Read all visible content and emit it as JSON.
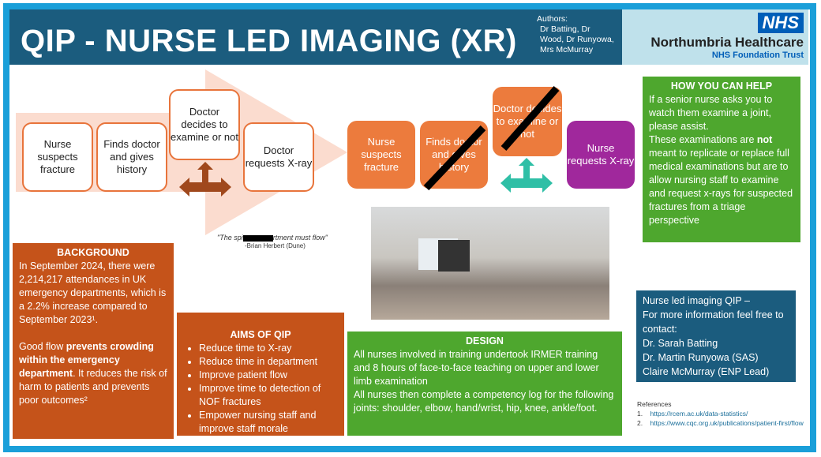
{
  "header": {
    "title": "QIP - NURSE LED IMAGING (XR)",
    "authors_label": "Authors:",
    "authors": "Dr Batting, Dr Wood, Dr Runyowa, Mrs McMurray",
    "logo_text": "NHS",
    "org": "Northumbria Healthcare",
    "trust": "NHS Foundation Trust"
  },
  "current_flow": [
    "Nurse suspects fracture",
    "Finds doctor and gives history",
    "Doctor decides to examine or not",
    "Doctor requests X-ray"
  ],
  "new_flow": [
    "Nurse suspects fracture",
    "Finds doctor and gives history",
    "Doctor decides to examine or not",
    "Nurse requests X-ray"
  ],
  "quote": {
    "text_start": "\"The spi",
    "text_end": "rtment must flow\"",
    "author": "-Brian Herbert (Dune)"
  },
  "help": {
    "title": "HOW YOU CAN HELP",
    "p1": "If a senior nurse asks you to watch them examine a joint, please assist.",
    "p2a": "These examinations are ",
    "p2b": "not",
    "p2c": " meant to replicate or replace full medical examinations but are to allow nursing staff to examine and request x-rays for suspected fractures from a triage perspective"
  },
  "background": {
    "title": "BACKGROUND",
    "p1": "In September 2024, there were 2,214,217 attendances in UK emergency departments, which is a 2.2% increase compared to September 2023¹.",
    "p2a": "Good flow ",
    "p2b": "prevents crowding within the emergency department",
    "p2c": ". It reduces the risk of harm to patients and prevents poor outcomes²"
  },
  "aims": {
    "title": "AIMS OF QIP",
    "items": [
      "Reduce time to X-ray",
      "Reduce time in department",
      "Improve patient flow",
      "Improve time to detection of NOF fractures",
      "Empower nursing staff and improve staff morale"
    ]
  },
  "design": {
    "title": "DESIGN",
    "p1": "All nurses involved in training undertook IRMER training and 8 hours of face-to-face teaching on upper and lower limb examination",
    "p2": "All nurses then complete a competency log for the following joints: shoulder, elbow, hand/wrist, hip, knee, ankle/foot."
  },
  "contact": {
    "lines": [
      "Nurse led imaging QIP –",
      "For more information feel free to contact:",
      "Dr. Sarah Batting",
      "Dr. Martin Runyowa (SAS)",
      "Claire McMurray (ENP Lead)"
    ]
  },
  "references": {
    "title": "References",
    "items": [
      "https://rcem.ac.uk/data-statistics/",
      "https://www.cqc.org.uk/publications/patient-first/flow"
    ]
  },
  "colors": {
    "border": "#1a9fd9",
    "header": "#1b5c7e",
    "orange": "#ec7b3d",
    "rust": "#c5531a",
    "green": "#4ea72e",
    "purple": "#a0289c"
  }
}
